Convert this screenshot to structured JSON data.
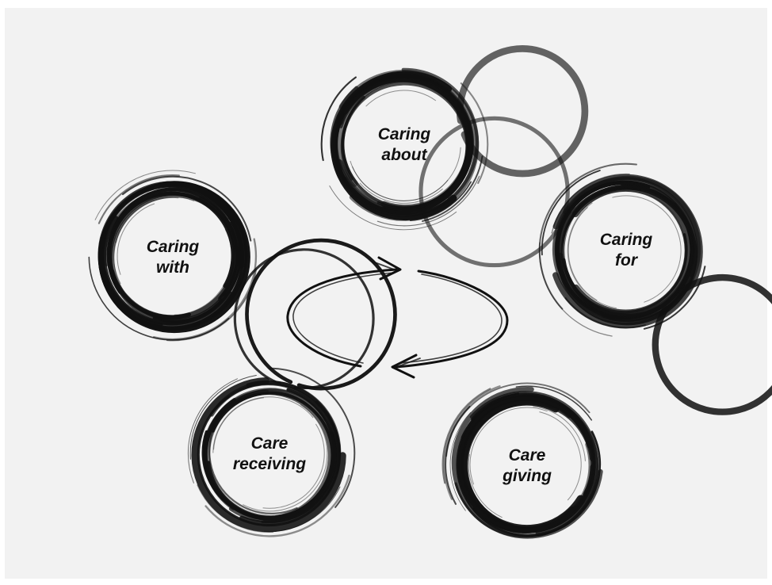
{
  "colors": {
    "background": "#f2f2f2",
    "ink": "#111111"
  },
  "nodes": [
    {
      "id": "caring-about",
      "lines": [
        "Caring",
        "about"
      ]
    },
    {
      "id": "caring-for",
      "lines": [
        "Caring",
        "for"
      ]
    },
    {
      "id": "care-giving",
      "lines": [
        "Care",
        "giving"
      ]
    },
    {
      "id": "care-receiving",
      "lines": [
        "Care",
        "receiving"
      ]
    },
    {
      "id": "caring-with",
      "lines": [
        "Caring",
        "with"
      ]
    }
  ],
  "center": {
    "icon": "cycle-arrows-icon"
  }
}
